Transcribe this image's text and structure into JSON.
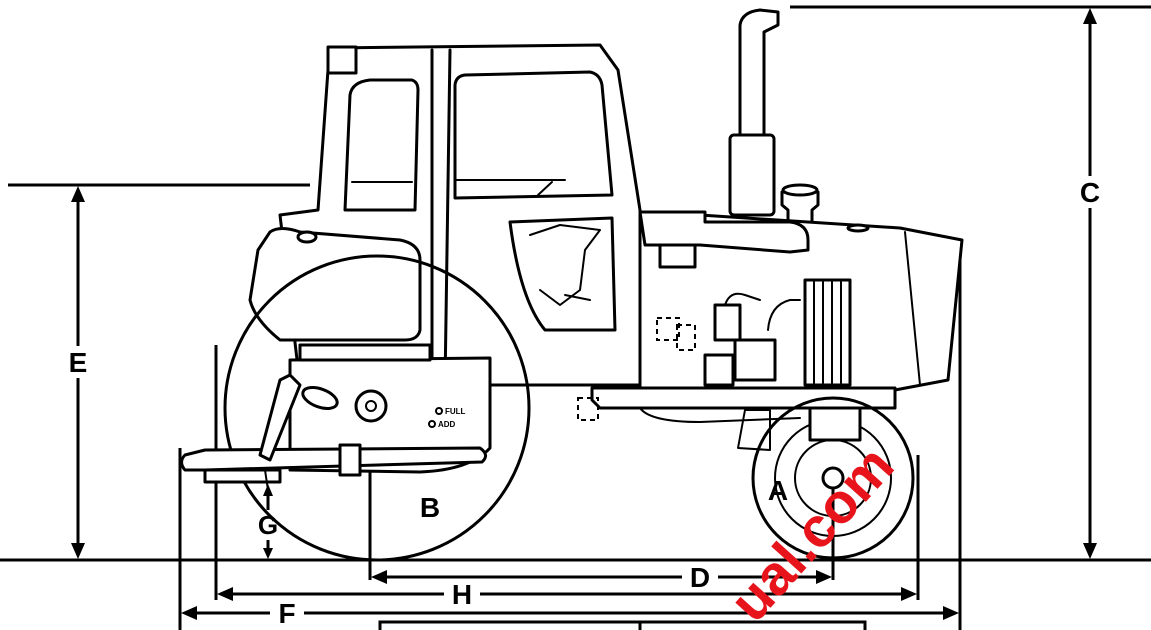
{
  "labels": {
    "a": "A",
    "b": "B",
    "c": "C",
    "d": "D",
    "e": "E",
    "f": "F",
    "g": "G",
    "h": "H"
  },
  "fuel_markings": {
    "full": "FULL",
    "add": "ADD"
  },
  "watermark": {
    "text": "ual.com",
    "color": "#e8141c"
  }
}
